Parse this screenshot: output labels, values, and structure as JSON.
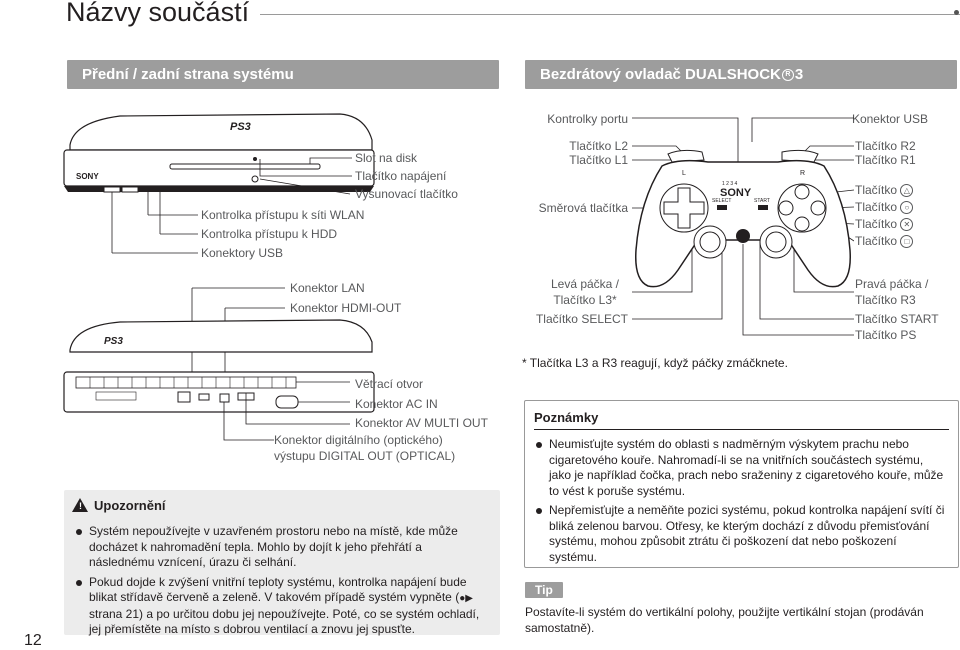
{
  "page": {
    "title": "Názvy součástí",
    "page_number": "12"
  },
  "left_section": {
    "header": "Přední / zadní strana systému",
    "front_labels": {
      "slot": "Slot na disk",
      "power_btn": "Tlačítko napájení",
      "eject": "Vysunovací tlačítko",
      "wlan": "Kontrolka přístupu k síti WLAN",
      "hdd": "Kontrolka přístupu k HDD",
      "usb": "Konektory USB"
    },
    "rear_labels": {
      "lan": "Konektor LAN",
      "hdmi": "Konektor HDMI-OUT",
      "vent": "Větrací otvor",
      "ac": "Konektor AC IN",
      "av": "Konektor AV MULTI OUT",
      "digital1": "Konektor digitálního (optického)",
      "digital2": "výstupu DIGITAL OUT (OPTICAL)"
    },
    "brand_front": "SONY"
  },
  "caution": {
    "title": "Upozornění",
    "items": [
      "Systém nepoužívejte v uzavřeném prostoru nebo na místě, kde může docházet k nahromadění tepla. Mohlo by dojít k jeho přehřátí a následnému vznícení, úrazu či selhání.",
      "Pokud dojde k zvýšení vnitřní teploty systému, kontrolka napájení bude blikat střídavě červeně a zeleně. V takovém případě systém vypněte (",
      "strana 21) a po určitou dobu jej nepoužívejte. Poté, co se systém ochladí, jej přemístěte na místo s dobrou ventilací a znovu jej spusťte."
    ]
  },
  "right_section": {
    "header": "Bezdrátový ovladač DUALSHOCK",
    "header_suffix": "3",
    "labels": {
      "port_lights": "Kontrolky portu",
      "usb": "Konektor USB",
      "l2": "Tlačítko L2",
      "l1": "Tlačítko L1",
      "r2": "Tlačítko R2",
      "r1": "Tlačítko R1",
      "dpad": "Směrová tlačítka",
      "btn": "Tlačítko",
      "lstick1": "Levá páčka /",
      "lstick2": "Tlačítko L3*",
      "rstick1": "Pravá páčka /",
      "rstick2": "Tlačítko R3",
      "select": "Tlačítko SELECT",
      "start": "Tlačítko START",
      "ps": "Tlačítko PS"
    },
    "footnote": "*  Tlačítka L3 a R3 reagují, když páčky zmáčknete.",
    "controller_text": {
      "brand": "SONY",
      "l": "L",
      "r": "R",
      "select": "SELECT",
      "start": "START",
      "port_digits": "1 2 3 4"
    }
  },
  "notes": {
    "title": "Poznámky",
    "items": [
      "Neumisťujte systém do oblasti s nadměrným výskytem prachu nebo cigaretového kouře. Nahromadí-li se na vnitřních součástech systému, jako je například čočka, prach nebo sraženiny z cigaretového kouře, může to vést k poruše systému.",
      "Nepřemisťujte a neměňte pozici systému, pokud kontrolka napájení svítí či bliká zelenou barvou. Otřesy, ke kterým dochází z důvodu přemisťování systému, mohou způsobit ztrátu či poškození dat nebo poškození systému."
    ]
  },
  "tip": {
    "badge": "Tip",
    "text": "Postavíte-li systém do vertikální polohy, použijte vertikální stojan (prodáván samostatně)."
  }
}
